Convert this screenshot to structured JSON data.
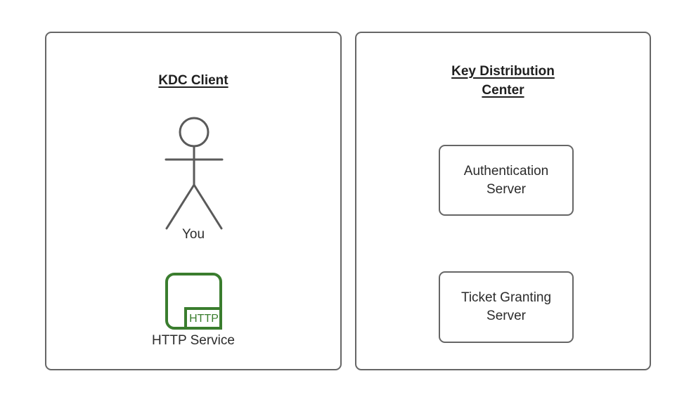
{
  "diagram": {
    "background_color": "#ffffff",
    "stroke_color": "#666666",
    "text_color": "#2b2b2b",
    "accent_green": "#3a7d2e",
    "panels": [
      {
        "id": "kdc-client",
        "title": "KDC Client",
        "actor": {
          "icon": "stick-figure-icon",
          "label": "You"
        },
        "service": {
          "icon": "http-service-icon",
          "badge_text": "HTTP",
          "label": "HTTP Service"
        }
      },
      {
        "id": "key-distribution-center",
        "title_line1": "Key Distribution",
        "title_line2": "Center",
        "boxes": [
          {
            "line1": "Authentication",
            "line2": "Server"
          },
          {
            "line1": "Ticket Granting",
            "line2": "Server"
          }
        ]
      }
    ]
  }
}
